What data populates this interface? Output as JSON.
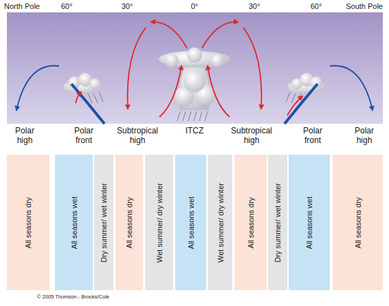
{
  "diagram": {
    "nodes": [
      {
        "text": [
          "All seasons dry"
        ]
      },
      {
        "text": [
          "All seasons wet"
        ]
      },
      {
        "text": [
          "Dry summer/ wet winter"
        ]
      },
      {
        "text": [
          "All seasons dry"
        ]
      },
      {
        "text": [
          "Wet summer/ dry winter"
        ]
      },
      {
        "text": [
          "All seasons wet"
        ]
      },
      {
        "text": [
          "Wet summer/ dry winter"
        ]
      },
      {
        "text": [
          "All seasons dry"
        ]
      },
      {
        "text": [
          "Dry summer/ wet winter"
        ]
      },
      {
        "text": [
          "All seasons wet"
        ]
      },
      {
        "text": [
          "All seasons dry"
        ]
      }
    ],
    "labels": [
      "North Pole",
      "60°",
      "30°",
      "0°",
      "30°",
      "60°",
      "South Pole",
      "Polar high",
      "Polar front",
      "Subtropical high",
      "ITCZ",
      "Subtropical high",
      "Polar front",
      "Polar high",
      "© 2005 Thomson - Brooks/Cole"
    ]
  }
}
